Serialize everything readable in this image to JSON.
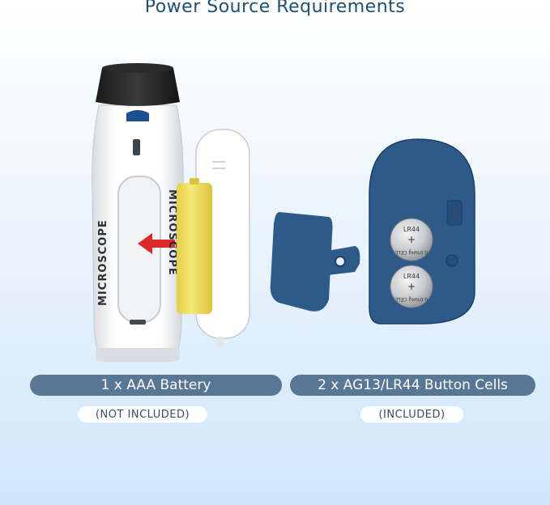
{
  "title": "Power Source Requirements",
  "microscope": {
    "brand_text": "MICROSCOPE"
  },
  "coin_cells": {
    "label": "LR44",
    "plus": "+",
    "chem": "0.0%Hg CELL"
  },
  "left_caption": {
    "label": "1 x AAA Battery",
    "note": "(NOT INCLUDED)"
  },
  "right_caption": {
    "label": "2 x AG13/LR44 Button Cells",
    "note": "(INCLUDED)"
  },
  "colors": {
    "title": "#1f4f75",
    "caption_pill": "#587794",
    "cover_blue": "#2e5a8a",
    "battery_yellow": "#f2e26b",
    "arrow_red": "#e02828"
  }
}
